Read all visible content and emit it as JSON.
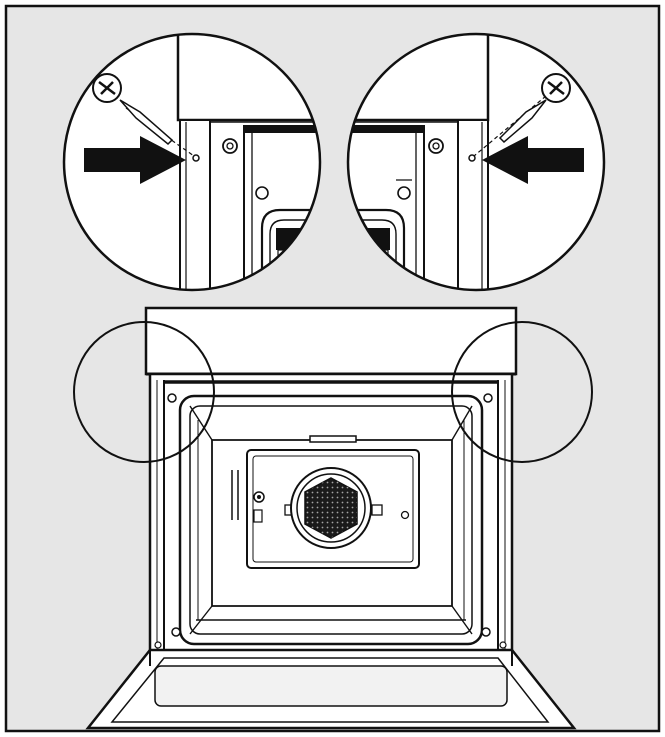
{
  "figure": {
    "kind": "oven installation diagram",
    "colors": {
      "background": "#e6e6e6",
      "line": "#111111",
      "white": "#ffffff",
      "door_glass": "#f2f2f2",
      "fan_fill": "#1a1a1a"
    },
    "callouts": [
      {
        "id": "left",
        "arrow_direction": "right",
        "shows": "screw-and-arrow"
      },
      {
        "id": "right",
        "arrow_direction": "left",
        "shows": "screw-and-arrow"
      }
    ],
    "icons": [
      "screw-icon",
      "arrow-icon",
      "fan-icon"
    ]
  }
}
